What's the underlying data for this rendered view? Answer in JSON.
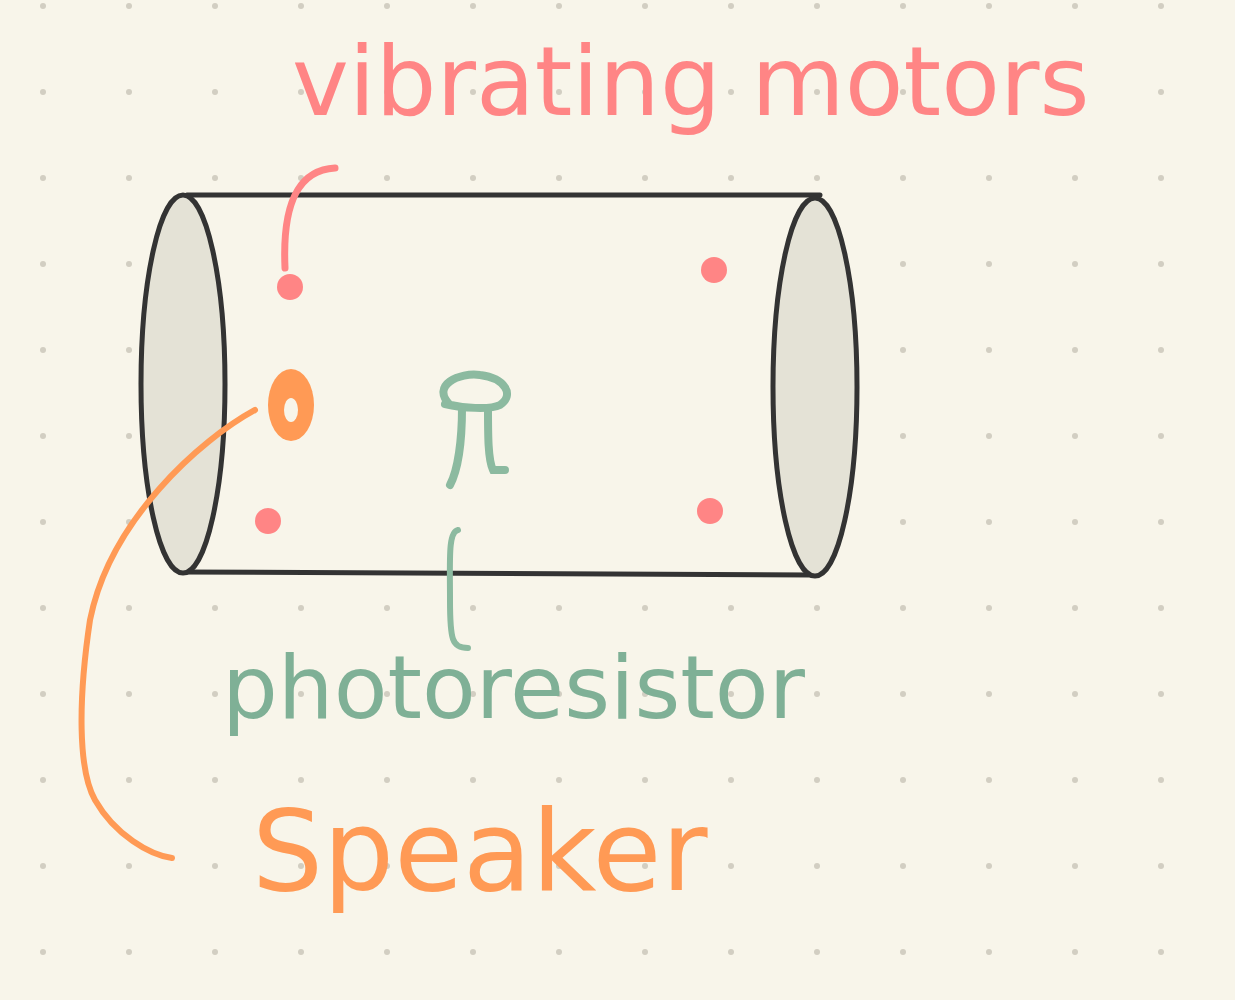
{
  "diagram": {
    "labels": [
      "vibrating motors",
      "photoresistor",
      "Speaker"
    ]
  }
}
